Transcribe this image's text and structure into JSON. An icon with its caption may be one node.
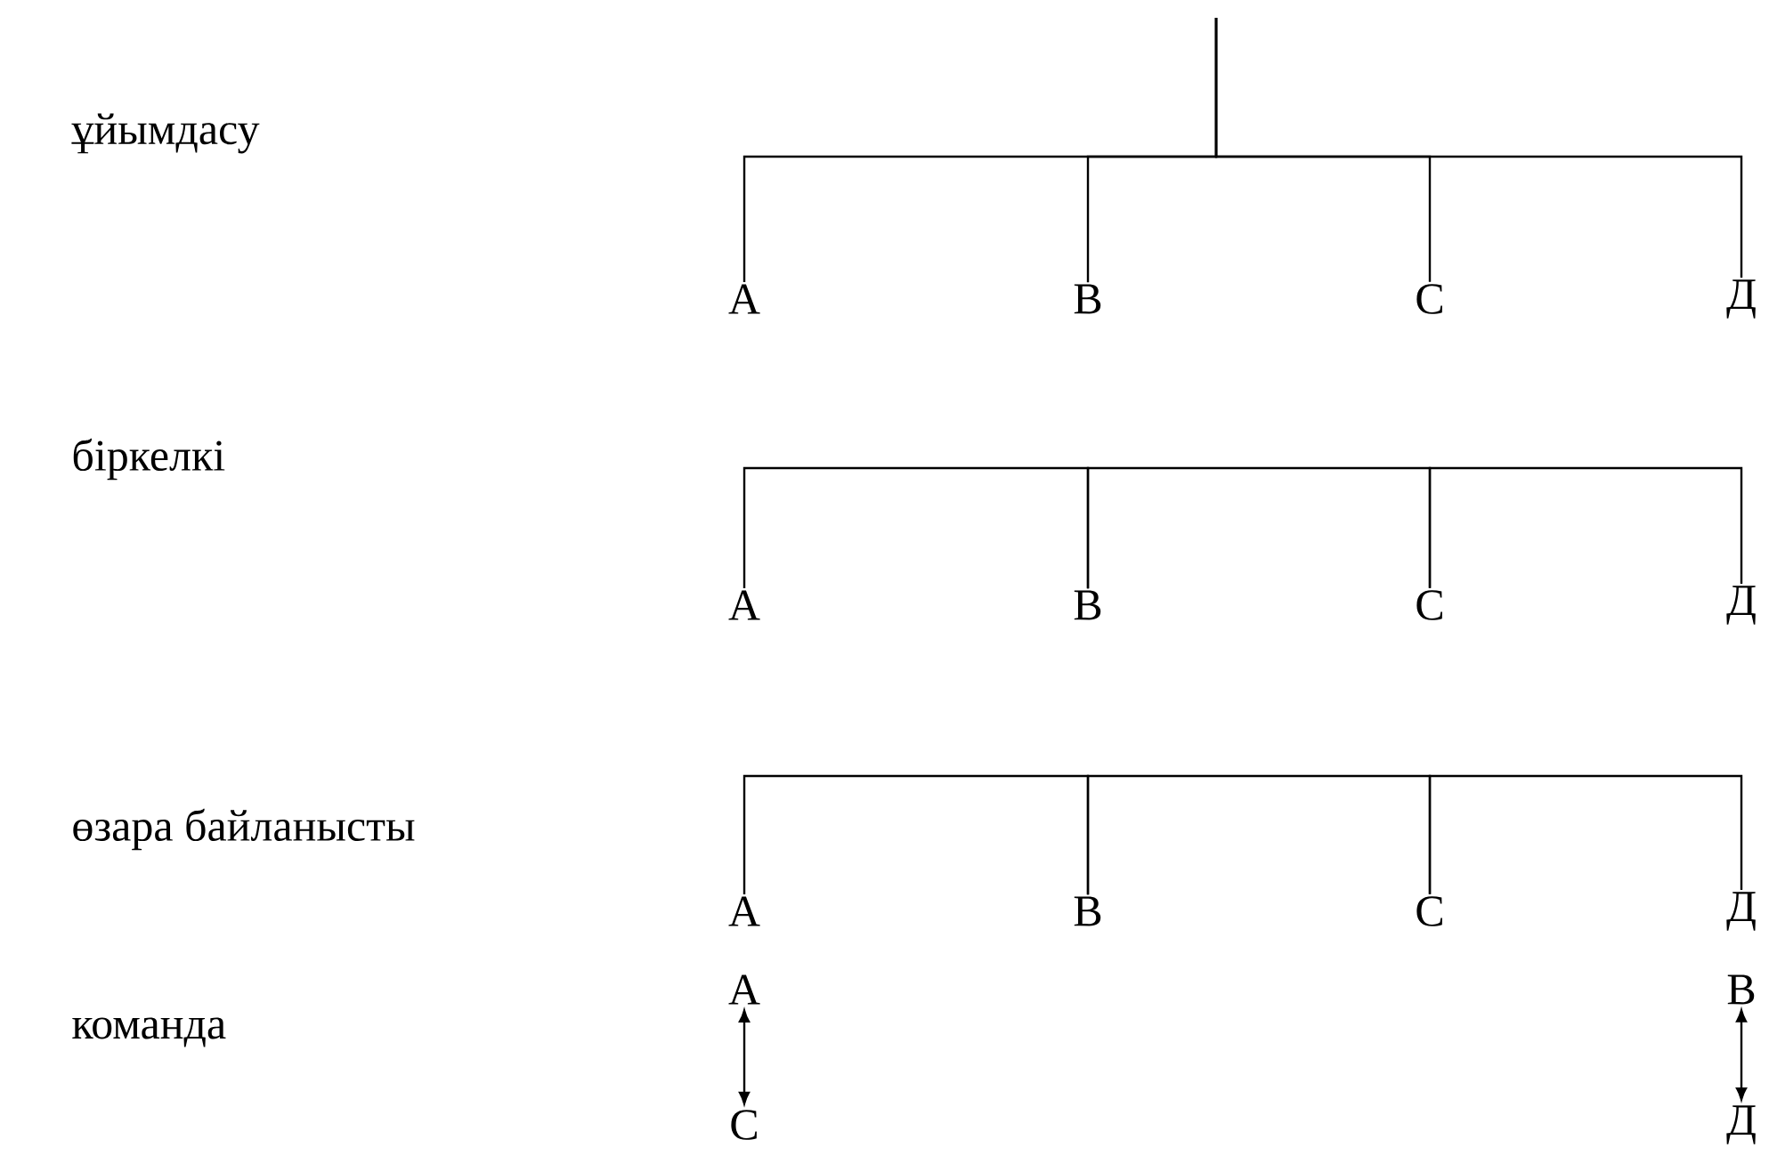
{
  "diagram": {
    "nodes": [
      {
        "text": [
          "А"
        ]
      },
      {
        "text": [
          "В"
        ]
      },
      {
        "text": [
          "С"
        ]
      },
      {
        "text": [
          "Д"
        ]
      },
      {
        "text": [
          "А"
        ]
      },
      {
        "text": [
          "В"
        ]
      },
      {
        "text": [
          "С"
        ]
      },
      {
        "text": [
          "Д"
        ]
      },
      {
        "text": [
          "А"
        ]
      },
      {
        "text": [
          "В"
        ]
      },
      {
        "text": [
          "С"
        ]
      },
      {
        "text": [
          "Д"
        ]
      },
      {
        "text": [
          "А"
        ]
      },
      {
        "text": [
          "В"
        ]
      },
      {
        "text": [
          "С"
        ]
      },
      {
        "text": [
          "Д"
        ]
      }
    ],
    "edges": [
      {
        "from": null,
        "to": 0,
        "arrow": "none"
      },
      {
        "from": null,
        "to": 1,
        "arrow": "none"
      },
      {
        "from": null,
        "to": 2,
        "arrow": "none"
      },
      {
        "from": null,
        "to": 3,
        "arrow": "none"
      },
      {
        "from": 4,
        "to": 5,
        "arrow": "none"
      },
      {
        "from": 5,
        "to": 6,
        "arrow": "none"
      },
      {
        "from": 6,
        "to": 7,
        "arrow": "none"
      },
      {
        "from": 8,
        "to": 9,
        "arrow": "none"
      },
      {
        "from": 9,
        "to": 10,
        "arrow": "none"
      },
      {
        "from": 10,
        "to": 11,
        "arrow": "none"
      },
      {
        "from": 12,
        "to": 14,
        "arrow": "both"
      },
      {
        "from": 13,
        "to": 15,
        "arrow": "both"
      }
    ],
    "labels": [
      "ұйымдасу",
      "біркелкі",
      "өзара байланысты",
      "команда"
    ]
  }
}
